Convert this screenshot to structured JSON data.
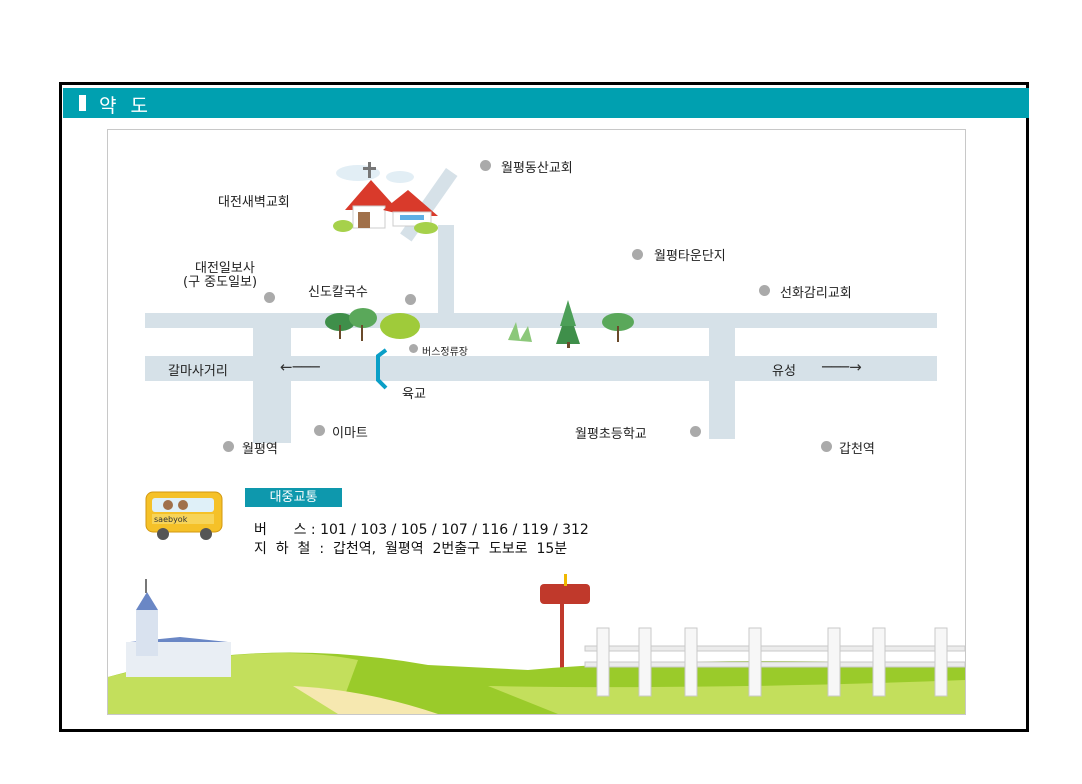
{
  "header": {
    "title": "약 도"
  },
  "map": {
    "labels": {
      "church_main": "대전새벽교회",
      "dongsan": "월평동산교회",
      "town": "월평타운단지",
      "ilbo1": "대전일보사",
      "ilbo2": "(구 중도일보)",
      "kalguksu": "신도칼국수",
      "sunhwa": "선화감리교회",
      "bus_stop": "버스정류장",
      "galma": "갈마사거리",
      "yuseong": "유성",
      "yukgyo": "육교",
      "emart": "이마트",
      "wolpyeong_station": "월평역",
      "elementary": "월평초등학교",
      "gapcheon": "갑천역"
    }
  },
  "transit": {
    "badge": "대중교통",
    "bus": "버      스 : 101 / 103 / 105 / 107 / 116 / 119 / 312",
    "subway": "지  하  철  :  갑천역,  월평역  2번출구  도보로  15분",
    "bus_sign": "saebyok"
  }
}
